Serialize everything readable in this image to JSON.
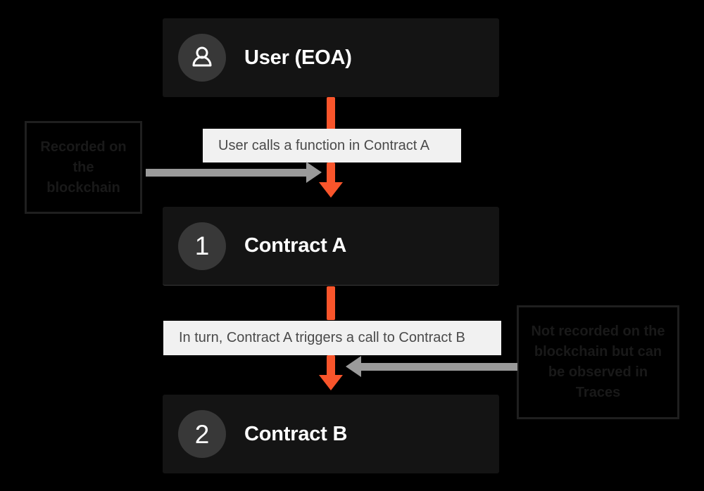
{
  "diagram": {
    "background_color": "#000000",
    "accent_color": "#f9552b",
    "node_bg_color": "#141414",
    "caption_bg_color": "#f1f1f1",
    "gray_arrow_color": "#9a9a9a"
  },
  "nodes": [
    {
      "id": "user",
      "icon": "user-icon",
      "badge": "",
      "label": "User (EOA)"
    },
    {
      "id": "contract-a",
      "icon": "",
      "badge": "1",
      "label": "Contract A"
    },
    {
      "id": "contract-b",
      "icon": "",
      "badge": "2",
      "label": "Contract B"
    }
  ],
  "captions": [
    {
      "id": "caption-1",
      "text": "User calls a function in Contract A"
    },
    {
      "id": "caption-2",
      "text": "In turn, Contract A triggers a call to Contract B"
    }
  ],
  "callouts": [
    {
      "id": "callout-left",
      "text": "Recorded on the blockchain",
      "lines": [
        "Recorded",
        "on the",
        "blockchain"
      ]
    },
    {
      "id": "callout-right",
      "text": "Not recorded on the blockchain but can be observed in Traces",
      "lines": [
        "Not recorded on the",
        "blockchain but can",
        "be observed in",
        "Traces"
      ]
    }
  ]
}
